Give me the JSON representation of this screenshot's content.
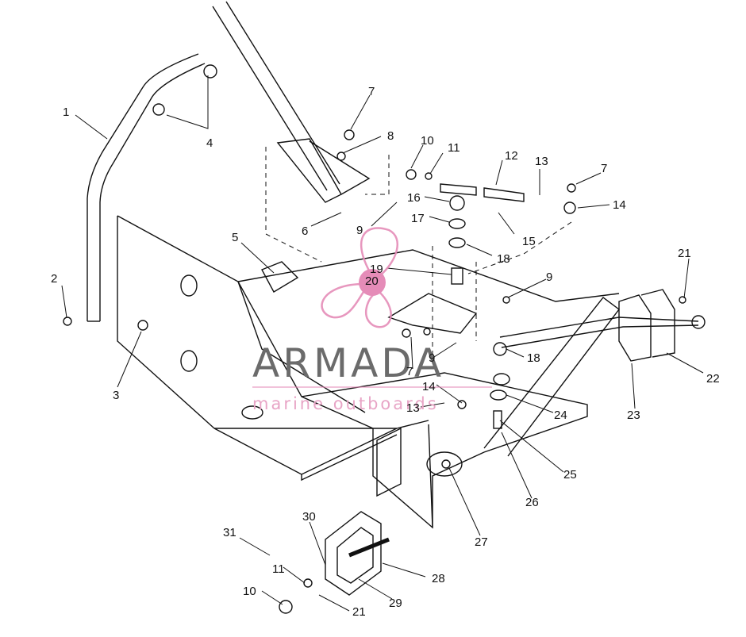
{
  "figure": {
    "callouts": [
      "1",
      "2",
      "3",
      "4",
      "5",
      "6",
      "7",
      "8",
      "9",
      "10",
      "11",
      "12",
      "13",
      "14",
      "15",
      "16",
      "17",
      "18",
      "19",
      "20",
      "21",
      "22",
      "23",
      "24",
      "25",
      "26",
      "27",
      "28",
      "29",
      "30",
      "31"
    ]
  },
  "watermark": {
    "title": "ARMADA",
    "subtitle": "marine outboards",
    "colors": {
      "title": "#6b6b6b",
      "accent": "#e58cb8"
    },
    "icon": "propeller-logo-icon"
  }
}
